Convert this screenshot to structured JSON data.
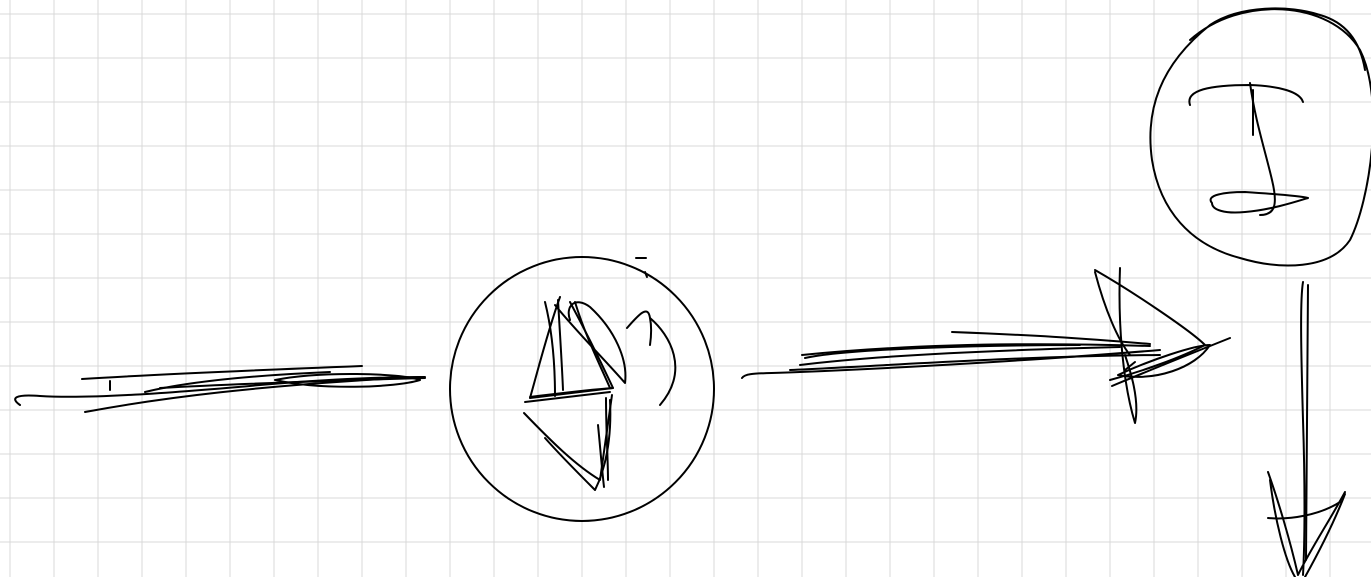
{
  "canvas": {
    "background_color": "#ffffff",
    "grid_color": "#d9d9d9",
    "ink_color": "#000000",
    "grid": "on"
  },
  "sketch": {
    "elements": [
      {
        "name": "left-wire",
        "kind": "scribbled line"
      },
      {
        "name": "middle-circle",
        "kind": "circle with scribbled glyph inside"
      },
      {
        "name": "middle-arrow",
        "kind": "arrow pointing right"
      },
      {
        "name": "top-right-circle",
        "kind": "circle with I-shaped glyph inside"
      },
      {
        "name": "down-arrow",
        "kind": "arrow pointing down"
      }
    ]
  }
}
